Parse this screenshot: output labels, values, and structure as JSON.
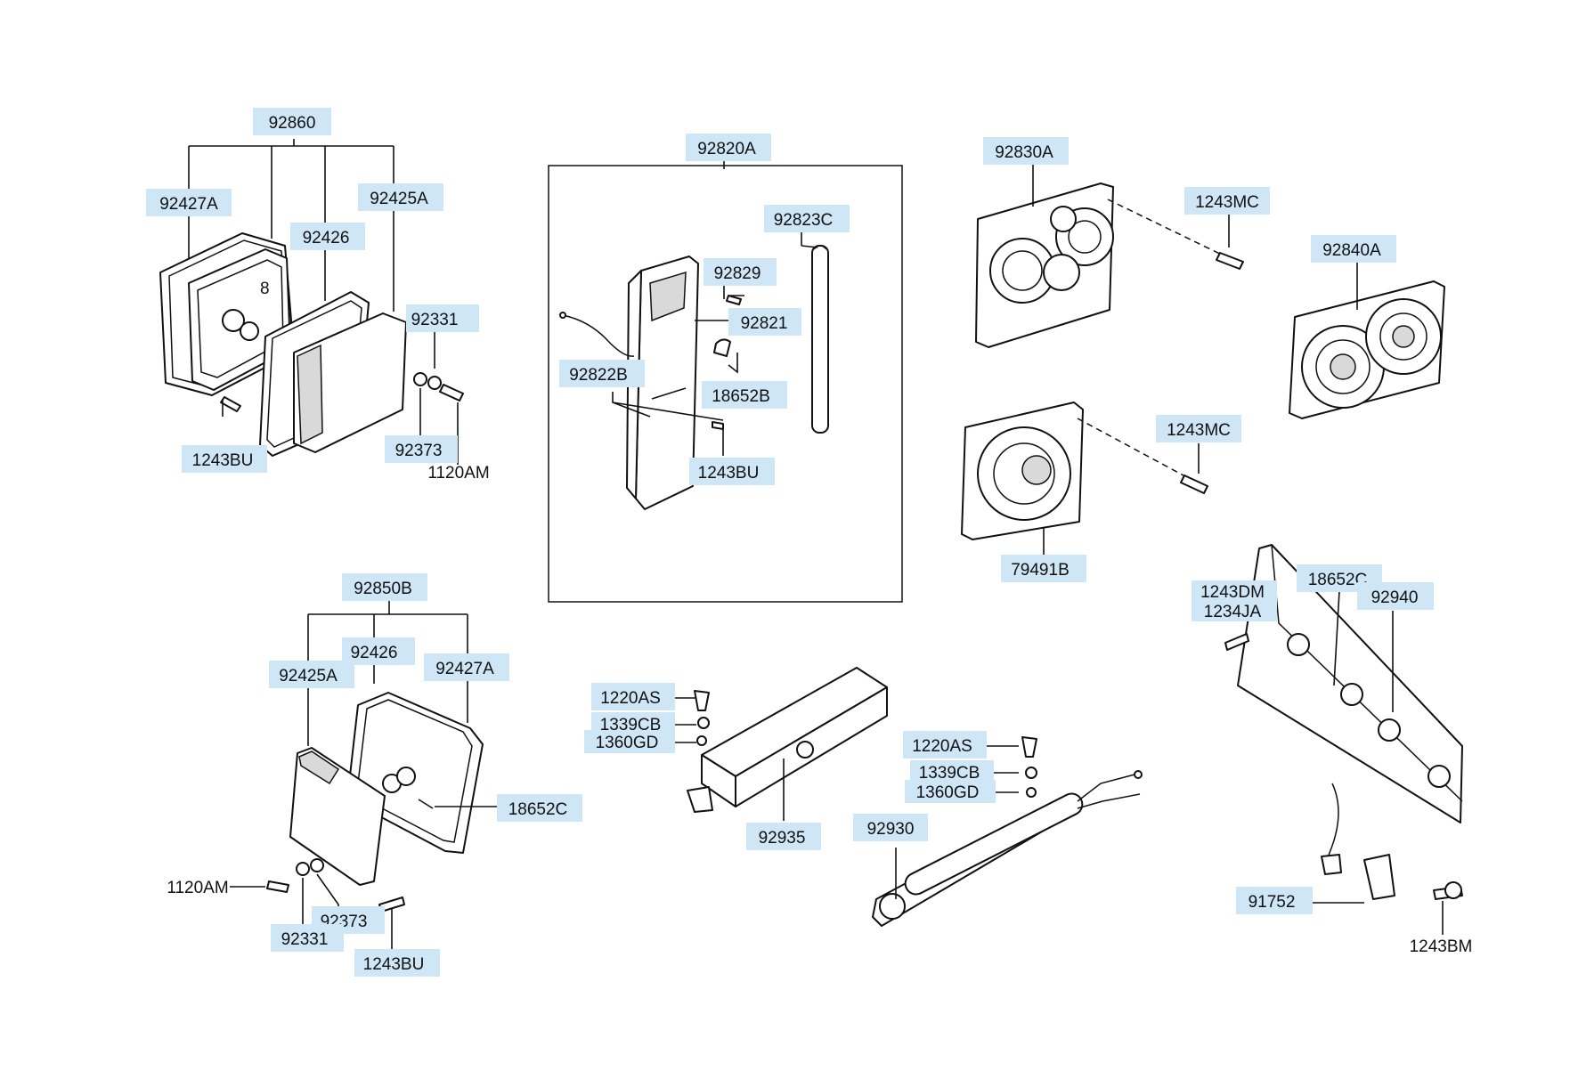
{
  "diagram": {
    "groups": {
      "rear_lamp_upper": {
        "assembly": "92860",
        "parts": [
          "92427A",
          "92426",
          "92425A",
          "92331",
          "92373",
          "1120AM",
          "1243BU"
        ]
      },
      "room_lamp": {
        "assembly": "92820A",
        "parts": [
          "92823C",
          "92829",
          "92821",
          "92822B",
          "18652B",
          "1243BU"
        ]
      },
      "spot_lamp_single_double": {
        "assemblies": [
          "92830A",
          "92840A",
          "79491B"
        ],
        "parts": [
          "1243MC",
          "1243MC"
        ]
      },
      "rear_lamp_lower": {
        "assembly": "92850B",
        "parts": [
          "92425A",
          "92426",
          "92427A",
          "18652C",
          "1120AM",
          "92331",
          "92373",
          "1243BU"
        ]
      },
      "ballast": {
        "assembly": "92935",
        "parts": [
          "1220AS",
          "1339CB",
          "1360GD"
        ]
      },
      "fluorescent": {
        "assembly": "92930",
        "parts": [
          "1220AS",
          "1339CB",
          "1360GD"
        ]
      },
      "license_lamp": {
        "assembly": "92940",
        "parts": [
          "18652C",
          "1243DM",
          "1234JA",
          "91752",
          "1243BM"
        ]
      }
    },
    "labels": {
      "l_92860": "92860",
      "l_92427A_a": "92427A",
      "l_92426_a": "92426",
      "l_92425A_a": "92425A",
      "l_92331_a": "92331",
      "l_92373_a": "92373",
      "l_1120AM_a": "1120AM",
      "l_1243BU_a": "1243BU",
      "l_92820A": "92820A",
      "l_92823C": "92823C",
      "l_92829": "92829",
      "l_92821": "92821",
      "l_92822B": "92822B",
      "l_18652B": "18652B",
      "l_1243BU_b": "1243BU",
      "l_92830A": "92830A",
      "l_1243MC_a": "1243MC",
      "l_92840A": "92840A",
      "l_1243MC_b": "1243MC",
      "l_79491B": "79491B",
      "l_92850B": "92850B",
      "l_92426_b": "92426",
      "l_92425A_b": "92425A",
      "l_92427A_b": "92427A",
      "l_18652C_a": "18652C",
      "l_1120AM_b": "1120AM",
      "l_92373_b": "92373",
      "l_92331_b": "92331",
      "l_1243BU_c": "1243BU",
      "l_1220AS_a": "1220AS",
      "l_1339CB_a": "1339CB",
      "l_1360GD_a": "1360GD",
      "l_92935": "92935",
      "l_1220AS_b": "1220AS",
      "l_1339CB_b": "1339CB",
      "l_1360GD_b": "1360GD",
      "l_92930": "92930",
      "l_18652C_b": "18652C",
      "l_92940": "92940",
      "l_1243DM": "1243DM",
      "l_1234JA": "1234JA",
      "l_91752": "91752",
      "l_1243BM": "1243BM"
    }
  },
  "colors": {
    "label_highlight": "#cfe6f7",
    "line": "#111111",
    "background": "#ffffff"
  }
}
